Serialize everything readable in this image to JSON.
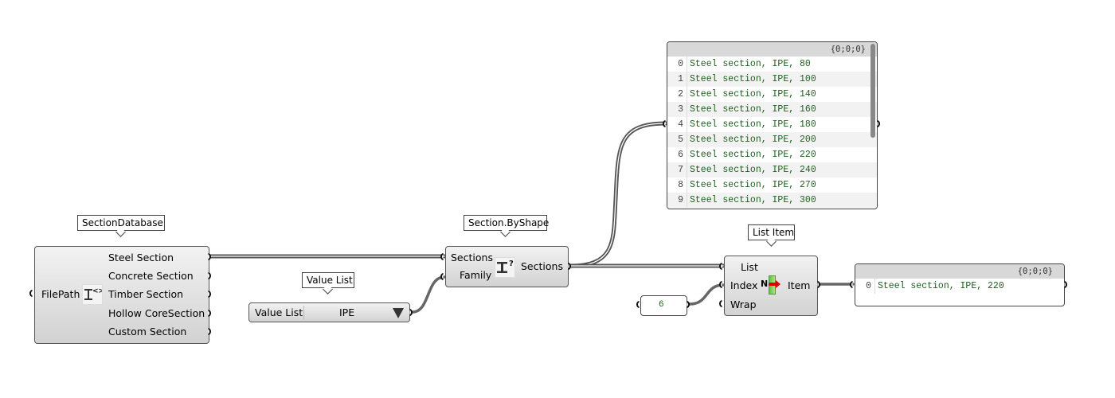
{
  "components": {
    "section_database": {
      "tooltip": "SectionDatabase",
      "input": "FilePath",
      "icon": "i-beam-code-icon",
      "outputs": [
        "Steel Section",
        "Concrete Section",
        "Timber Section",
        "Hollow CoreSection",
        "Custom Section"
      ]
    },
    "value_list": {
      "tooltip": "Value List",
      "label": "Value List",
      "selected": "IPE"
    },
    "section_by_shape": {
      "tooltip": "Section.ByShape",
      "inputs": [
        "Sections",
        "Family"
      ],
      "icon": "i-beam-query-icon",
      "output": "Sections"
    },
    "panel_sections": {
      "path": "{0;0;0}",
      "rows": [
        {
          "index": "0",
          "value": "Steel section, IPE, 80"
        },
        {
          "index": "1",
          "value": "Steel section, IPE, 100"
        },
        {
          "index": "2",
          "value": "Steel section, IPE, 140"
        },
        {
          "index": "3",
          "value": "Steel section, IPE, 160"
        },
        {
          "index": "4",
          "value": "Steel section, IPE, 180"
        },
        {
          "index": "5",
          "value": "Steel section, IPE, 200"
        },
        {
          "index": "6",
          "value": "Steel section, IPE, 220"
        },
        {
          "index": "7",
          "value": "Steel section, IPE, 240"
        },
        {
          "index": "8",
          "value": "Steel section, IPE, 270"
        },
        {
          "index": "9",
          "value": "Steel section, IPE, 300"
        }
      ]
    },
    "list_item": {
      "tooltip": "List Item",
      "inputs": [
        "List",
        "Index",
        "Wrap"
      ],
      "icon": "list-item-icon",
      "icon_letter": "N",
      "output": "Item"
    },
    "number_panel": {
      "value": "6"
    },
    "panel_result": {
      "path": "{0;0;0}",
      "rows": [
        {
          "index": "0",
          "value": "Steel section, IPE, 220"
        }
      ]
    }
  }
}
